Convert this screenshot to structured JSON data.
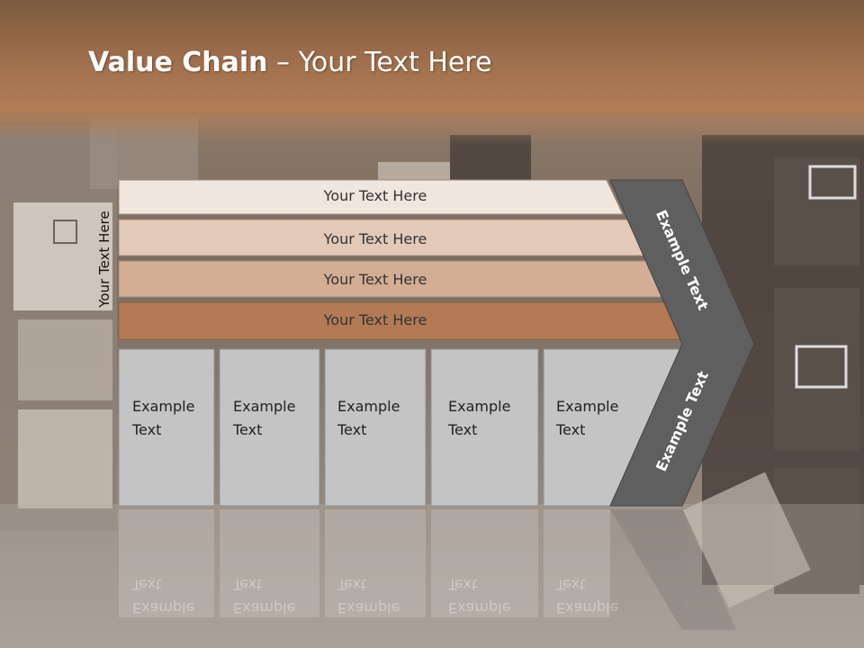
{
  "slide": {
    "title_bold": "Value Chain",
    "title_rest": " – Your Text Here",
    "side_label": "Your Text Here"
  },
  "bars": [
    {
      "label": "Your Text Here",
      "color": "#f1e6dd"
    },
    {
      "label": "Your Text Here",
      "color": "#e3c9b8"
    },
    {
      "label": "Your Text Here",
      "color": "#d3ad94"
    },
    {
      "label": "Your Text Here",
      "color": "#b47a55"
    }
  ],
  "boxes": [
    {
      "line1": "Example",
      "line2": "Text"
    },
    {
      "line1": "Example",
      "line2": "Text"
    },
    {
      "line1": "Example",
      "line2": "Text"
    },
    {
      "line1": "Example",
      "line2": "Text"
    },
    {
      "line1": "Example",
      "line2": "Text"
    }
  ],
  "chevron": {
    "upper_label": "Example Text",
    "lower_label": "Example Text",
    "color": "#5f5f5f"
  }
}
